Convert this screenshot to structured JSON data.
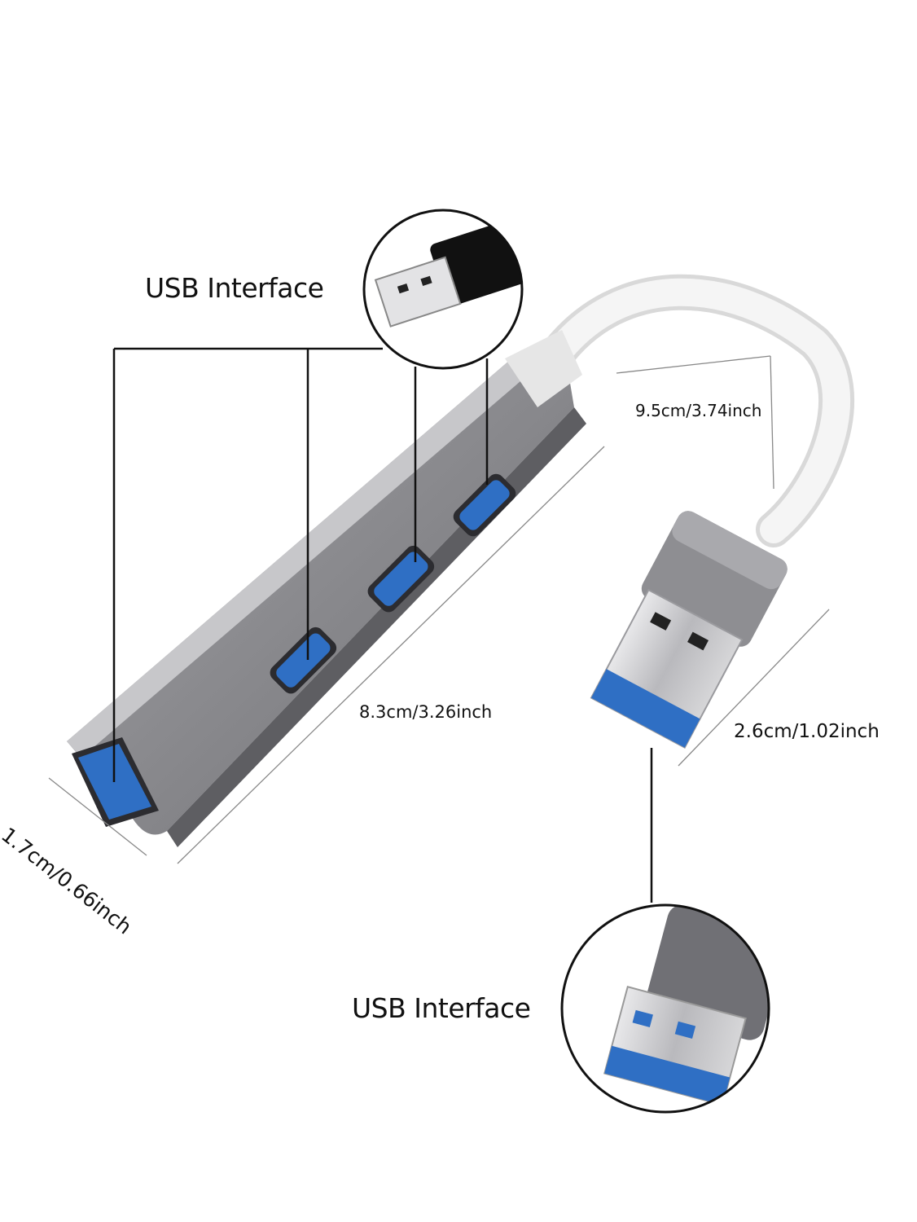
{
  "callouts": {
    "top_label": "USB Interface",
    "bottom_label": "USB Interface"
  },
  "dimensions": {
    "cable_length": "9.5cm/3.74inch",
    "hub_length": "8.3cm/3.26inch",
    "plug_width": "2.6cm/1.02inch",
    "hub_width": "1.7cm/0.66inch"
  },
  "colors": {
    "hub_body": "#8f8f93",
    "port_blue": "#2f6fc4",
    "cable": "#ececec",
    "leader_line": "#111111"
  },
  "ports": {
    "hub_port_count": 4
  }
}
